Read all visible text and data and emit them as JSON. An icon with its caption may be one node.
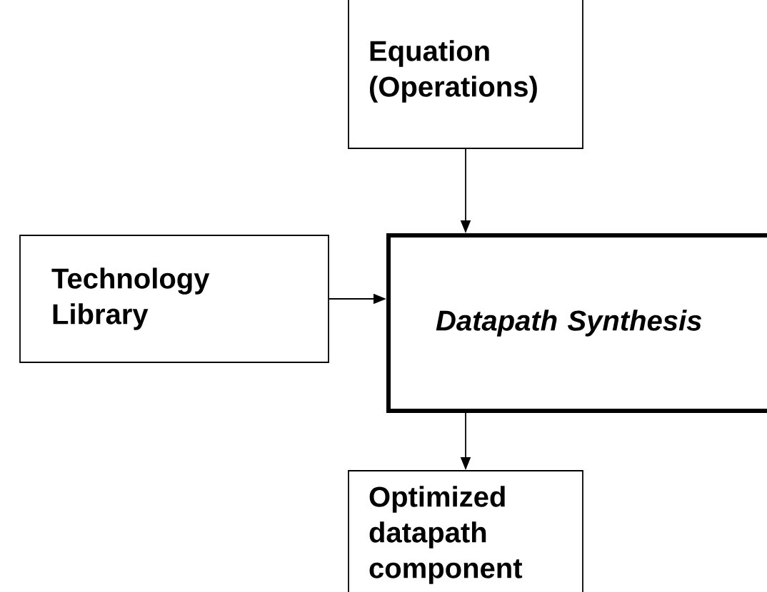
{
  "diagram": {
    "nodes": [
      {
        "text": [
          "Equation (Operations)"
        ]
      },
      {
        "text": [
          "Technology Library"
        ]
      },
      {
        "text": [
          "Datapath Synthesis"
        ]
      },
      {
        "text": [
          "Optimized datapath component"
        ]
      }
    ],
    "edges": [
      {
        "from": 0,
        "to": 2,
        "arrow": "to"
      },
      {
        "from": 1,
        "to": 2,
        "arrow": "to"
      },
      {
        "from": 2,
        "to": 3,
        "arrow": "to"
      }
    ]
  }
}
